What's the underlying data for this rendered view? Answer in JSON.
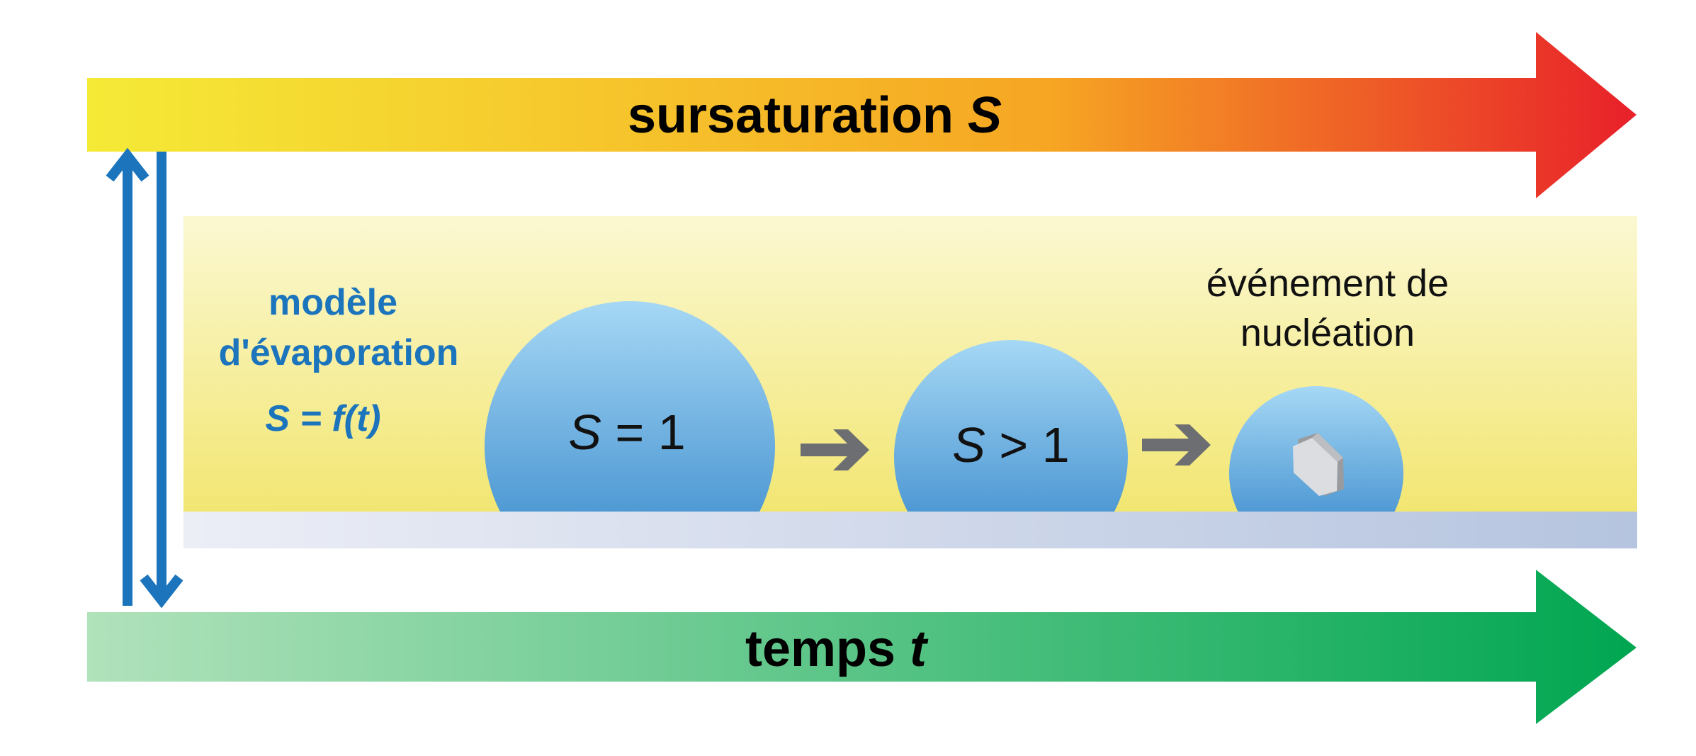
{
  "top_axis": {
    "text": "sursaturation ",
    "symbol": "S"
  },
  "bottom_axis": {
    "text": "temps ",
    "symbol": "t"
  },
  "model": {
    "line1": "modèle",
    "line2": "d'évaporation",
    "formula": "S = f(t)"
  },
  "droplets": [
    {
      "symbol": "S",
      "relation": " = 1"
    },
    {
      "symbol": "S",
      "relation": " > 1"
    },
    {
      "symbol": "",
      "relation": ""
    }
  ],
  "event": {
    "line1": "événement de",
    "line2": "nucléation"
  },
  "colors": {
    "sursaturation_start": "#f5ea36",
    "sursaturation_mid": "#f6a623",
    "sursaturation_end": "#e8202a",
    "time_start": "#b1e2bb",
    "time_end": "#00a651",
    "model_text": "#1c75bc",
    "double_arrow": "#1c75bc",
    "droplet_top": "#a6d8f5",
    "droplet_bottom": "#2f82c8",
    "step_arrow": "#6d6e71",
    "solution_band_top": "#fbf8d2",
    "solution_band_bottom": "#f2e672",
    "substrate_start": "#eceef6",
    "substrate_end": "#b5c4df"
  }
}
